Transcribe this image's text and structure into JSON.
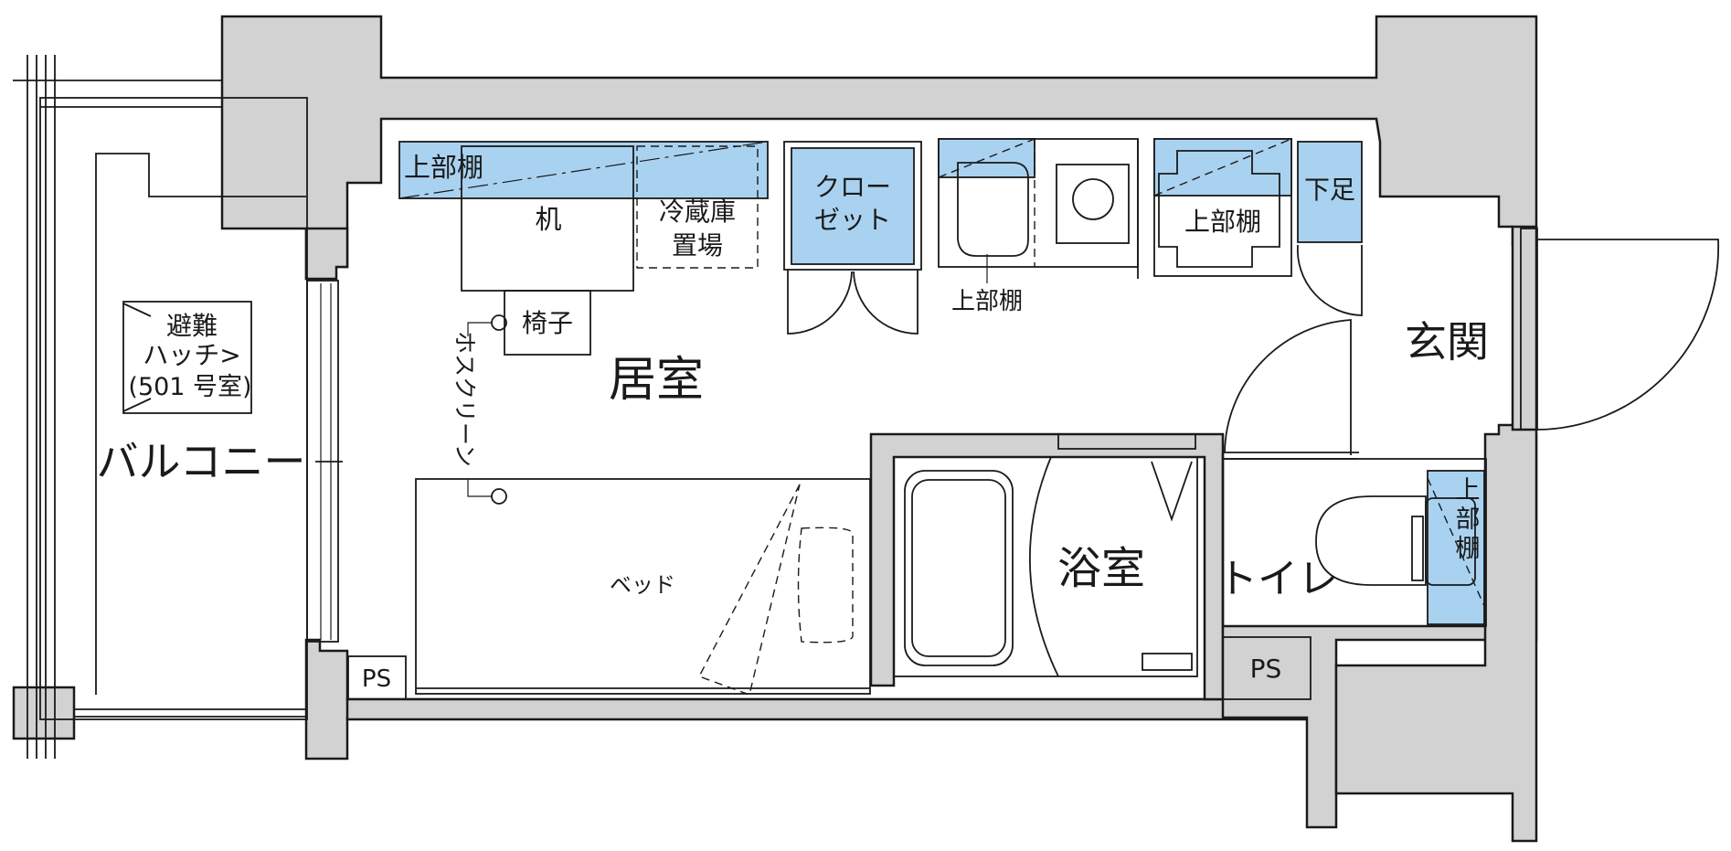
{
  "labels": {
    "living_room": "居室",
    "balcony": "バルコニー",
    "evacuation_hatch": [
      "避難",
      "ハッチ>",
      "(501 号室)"
    ],
    "desk": "机",
    "chair": "椅子",
    "fridge": [
      "冷蔵庫",
      "置場"
    ],
    "upper_shelf_desk": "上部棚",
    "closet": [
      "クロー",
      "ゼット"
    ],
    "upper_shelf_kitchen": "上部棚",
    "upper_shelf_washer": "上部棚",
    "shoe_box": "下足",
    "entrance": "玄関",
    "bed": "ベッド",
    "hoscreen": "ホスクリーン",
    "bathroom": "浴室",
    "toilet": "トイレ",
    "toilet_shelf": [
      "上",
      "部",
      "棚"
    ],
    "ps_left": "PS",
    "ps_right": "PS"
  },
  "colors": {
    "wall": "#d2d2d2",
    "fixture": "#a9d2f0",
    "line": "#1a1a1a"
  }
}
